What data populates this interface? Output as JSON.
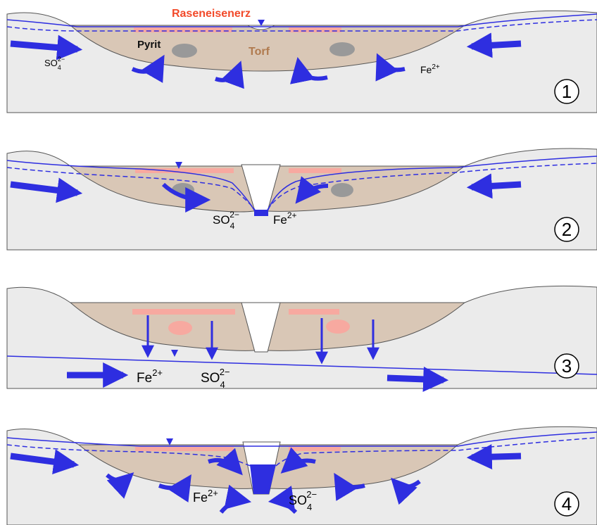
{
  "labels": {
    "iron_ore": "Raseneisenerz",
    "pyrite": "Pyrit",
    "peat": "Torf",
    "sulfate_base": "SO",
    "sulfate_sub": "4",
    "sulfate_sup": "2−",
    "iron_base": "Fe",
    "iron_sup": "2+"
  },
  "panels": [
    {
      "number": "1"
    },
    {
      "number": "2"
    },
    {
      "number": "3"
    },
    {
      "number": "4"
    }
  ],
  "colors": {
    "ground": "#ebebeb",
    "ground_stroke": "#555555",
    "peat": "#d9c7b6",
    "ore": "#f7a9a0",
    "pyrite": "#999999",
    "water": "#2e2ee0",
    "ore_label": "#f24a2a",
    "peat_label": "#b07a4e"
  }
}
